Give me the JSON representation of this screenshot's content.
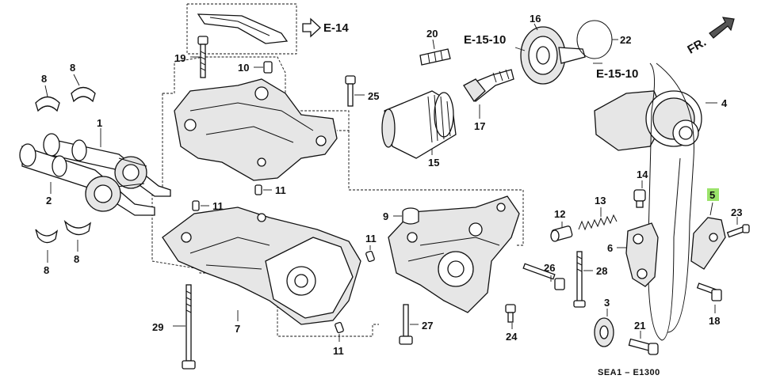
{
  "diagram": {
    "callouts": {
      "p1": "1",
      "p2": "2",
      "p3": "3",
      "p4": "4",
      "p5": "5",
      "p6": "6",
      "p7": "7",
      "p8a": "8",
      "p8b": "8",
      "p8c": "8",
      "p8d": "8",
      "p9": "9",
      "p10": "10",
      "p11a": "11",
      "p11b": "11",
      "p11c": "11",
      "p11d": "11",
      "p12": "12",
      "p13": "13",
      "p14": "14",
      "p15": "15",
      "p16": "16",
      "p17": "17",
      "p18": "18",
      "p19": "19",
      "p20": "20",
      "p21": "21",
      "p22": "22",
      "p23": "23",
      "p24": "24",
      "p25": "25",
      "p26": "26",
      "p27": "27",
      "p28": "28",
      "p29": "29"
    },
    "references": {
      "e14": "E-14",
      "e1510a": "E-15-10",
      "e1510b": "E-15-10",
      "front": "FR."
    },
    "diagram_code": "SEA1 – E1300",
    "highlight_color": "#9be36b"
  }
}
